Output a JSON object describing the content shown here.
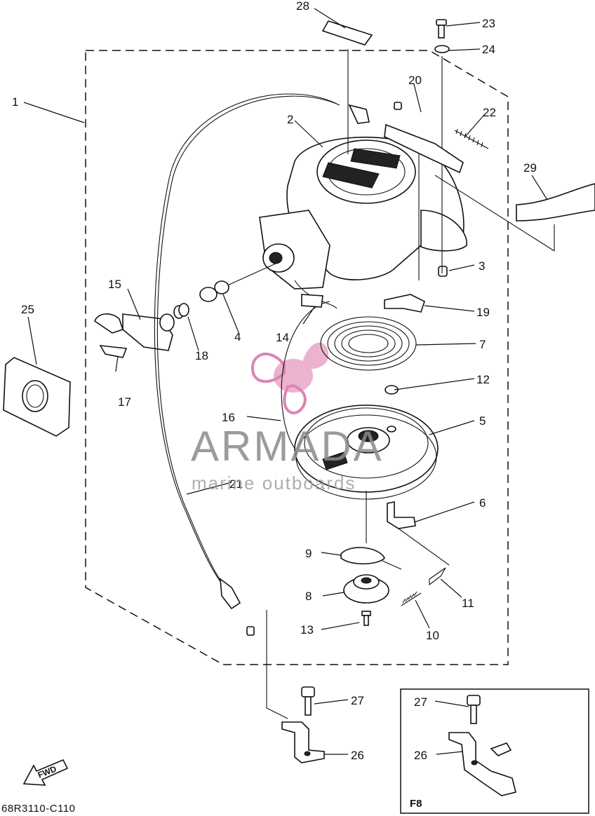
{
  "diagram": {
    "code": "68R3110-C110",
    "inset_model_label": "F8",
    "direction_label": "FWD",
    "watermark": {
      "brand": "ARMADA",
      "tagline": "marine outboards"
    },
    "callouts": [
      "1",
      "2",
      "3",
      "4",
      "5",
      "6",
      "7",
      "8",
      "9",
      "10",
      "11",
      "12",
      "13",
      "14",
      "15",
      "16",
      "17",
      "18",
      "19",
      "20",
      "21",
      "22",
      "23",
      "24",
      "25",
      "26",
      "27",
      "28",
      "29"
    ],
    "inset_callouts": [
      "27",
      "26"
    ],
    "accent_colors": {
      "watermark_pink": "#e8a6c8",
      "watermark_pink_dark": "#d66fa6",
      "line": "#111111"
    }
  }
}
